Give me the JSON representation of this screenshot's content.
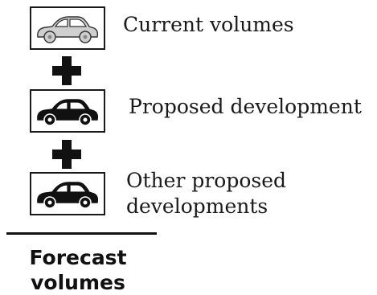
{
  "items": [
    {
      "label": "Current volumes",
      "car_color": "#cfcfcf"
    },
    {
      "label": "Proposed development",
      "car_color": "#111111"
    },
    {
      "label": "Other proposed\ndevelopments",
      "car_color": "#111111"
    }
  ],
  "operator": "plus-icon",
  "result": {
    "label_line1": "Forecast",
    "label_line2": "volumes"
  },
  "colors": {
    "line": "#111111",
    "current_car": "#cfcfcf",
    "proposed_car": "#111111"
  }
}
